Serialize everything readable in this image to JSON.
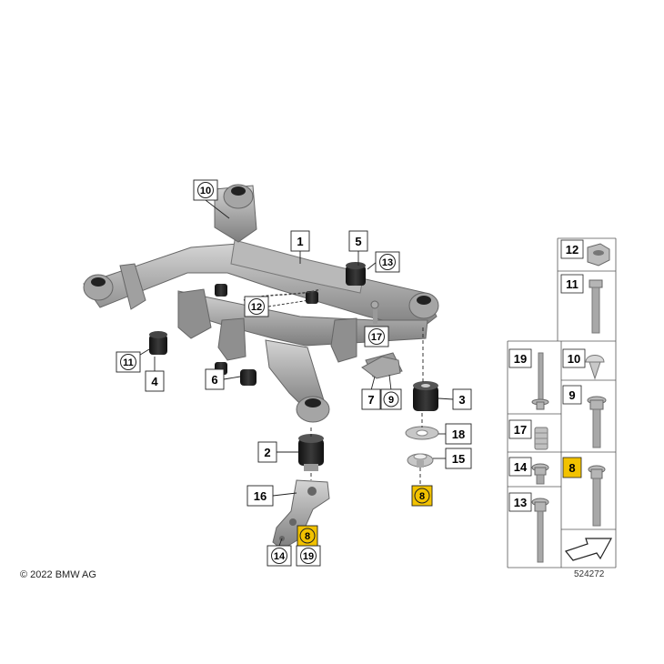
{
  "diagram": {
    "copyright": "© 2022 BMW AG",
    "reference_number": "524272",
    "highlight_color": "#f2c200",
    "part_color": "#9c9c9c",
    "bushing_color": "#222222",
    "callouts": {
      "c1": "1",
      "c2": "2",
      "c3": "3",
      "c4": "4",
      "c5": "5",
      "c6": "6",
      "c7": "7",
      "c8a": "8",
      "c8b": "8",
      "c9": "9",
      "c10": "10",
      "c11": "11",
      "c12": "12",
      "c13": "13",
      "c14": "14",
      "c15": "15",
      "c16": "16",
      "c17": "17",
      "c18": "18",
      "c19": "19"
    },
    "legend": {
      "p12": "12",
      "p11": "11",
      "p19": "19",
      "p10": "10",
      "p9": "9",
      "p17": "17",
      "p14": "14",
      "p8": "8",
      "p13": "13"
    }
  }
}
